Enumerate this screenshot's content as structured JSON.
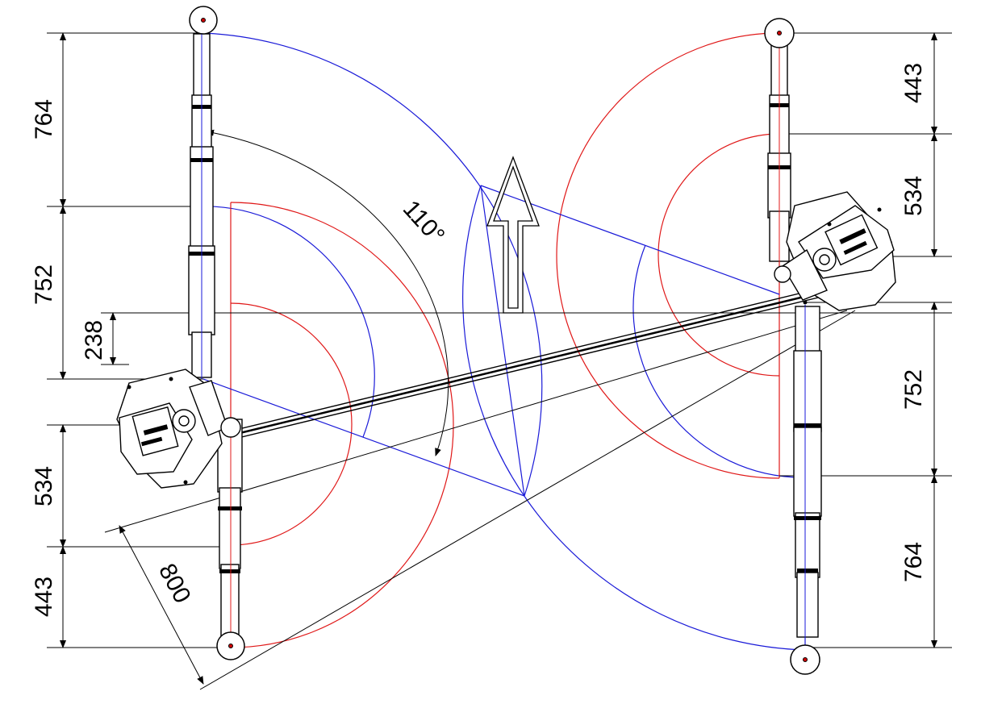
{
  "colors": {
    "line": "#000000",
    "blue_reach": "#1a1ad8",
    "red_reach": "#e01818",
    "background": "#ffffff"
  },
  "direction_indicator": {
    "icon": "up-arrow-icon"
  },
  "angle_label": "110°",
  "dimensions": {
    "left": [
      "764",
      "752",
      "238",
      "534",
      "443"
    ],
    "right": [
      "443",
      "534",
      "752",
      "764"
    ],
    "diagonal": "800"
  }
}
